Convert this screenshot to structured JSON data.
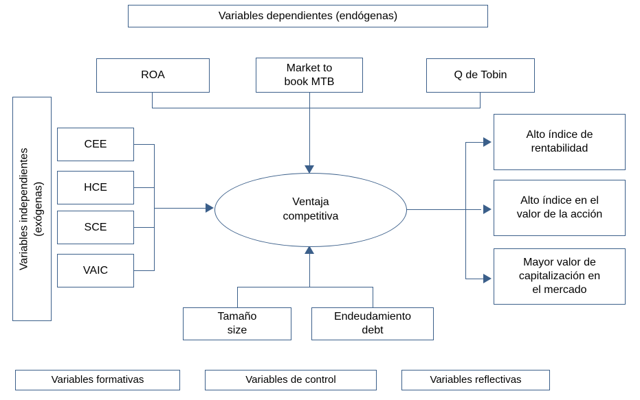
{
  "diagram": {
    "title_banner": "Variables dependientes (endógenas)",
    "sidebar_label_line1": "Variables independientes",
    "sidebar_label_line2": "(exógenas)",
    "accent_color": "#3b5f8a",
    "dependent_measures": [
      {
        "label": "ROA"
      },
      {
        "label_line1": "Market to",
        "label_line2": "book MTB"
      },
      {
        "label": "Q de Tobin"
      }
    ],
    "independent_vars": [
      {
        "label": "CEE"
      },
      {
        "label": "HCE"
      },
      {
        "label": "SCE"
      },
      {
        "label": "VAIC"
      }
    ],
    "center_node": {
      "line1": "Ventaja",
      "line2": "competitiva"
    },
    "outcomes": [
      {
        "line1": "Alto índice de",
        "line2": "rentabilidad",
        "line3": ""
      },
      {
        "line1": "Alto índice en el",
        "line2": "valor de la acción",
        "line3": ""
      },
      {
        "line1": "Mayor valor de",
        "line2": "capitalización en",
        "line3": "el mercado"
      }
    ],
    "control_vars": [
      {
        "line1": "Tamaño",
        "line2": "size"
      },
      {
        "line1": "Endeudamiento",
        "line2": "debt"
      }
    ],
    "legend": [
      {
        "label": "Variables formativas"
      },
      {
        "label": "Variables de control"
      },
      {
        "label": "Variables reflectivas"
      }
    ]
  }
}
